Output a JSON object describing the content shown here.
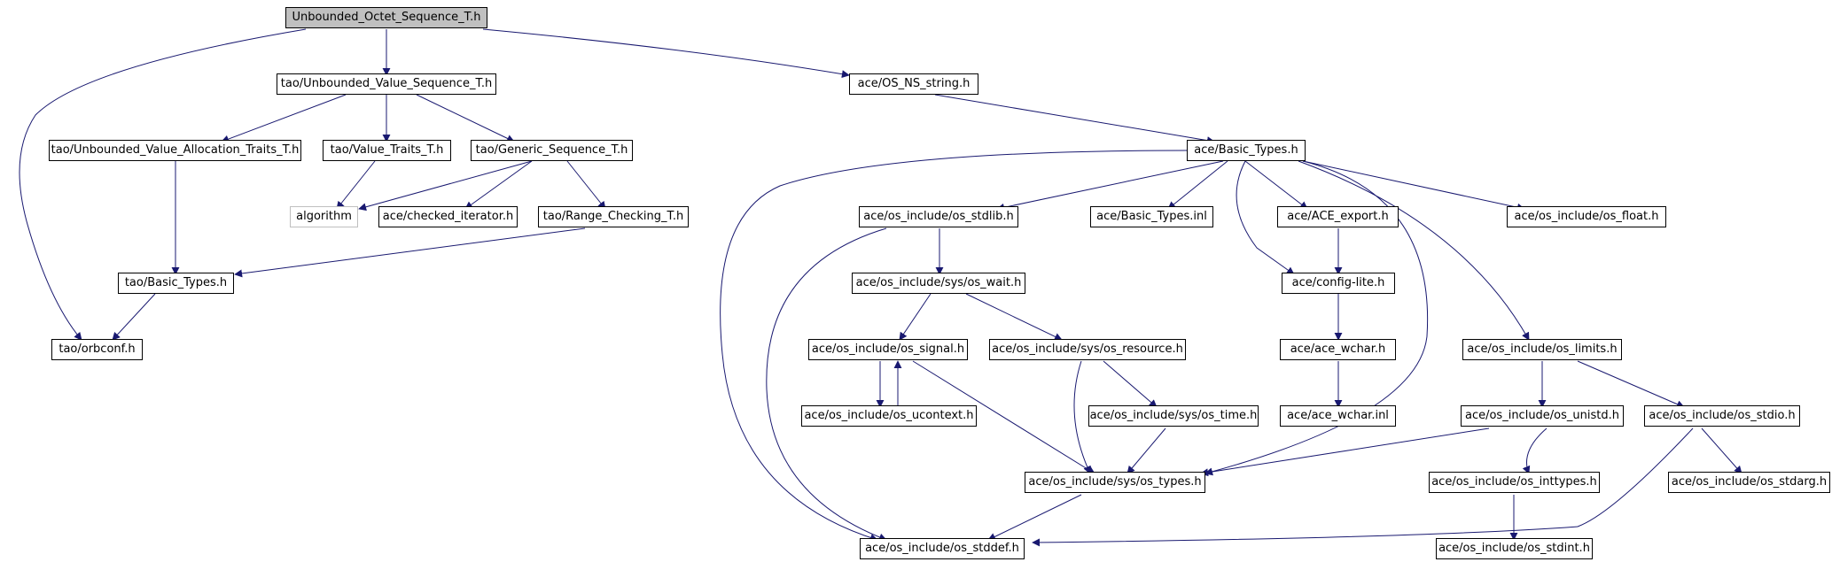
{
  "colors": {
    "edge": "#191970",
    "root_fill": "#c0c0c0",
    "node_border": "#000000",
    "external_border": "#bfbfbf"
  },
  "nodes": {
    "root": "Unbounded_Octet_Sequence_T.h",
    "tao_unbounded_value_sequence": "tao/Unbounded_Value_Sequence_T.h",
    "ace_os_ns_string": "ace/OS_NS_string.h",
    "tao_unbounded_value_allocation_traits": "tao/Unbounded_Value_Allocation_Traits_T.h",
    "tao_value_traits": "tao/Value_Traits_T.h",
    "tao_generic_sequence": "tao/Generic_Sequence_T.h",
    "ace_basic_types_h": "ace/Basic_Types.h",
    "algorithm": "algorithm",
    "ace_checked_iterator": "ace/checked_iterator.h",
    "tao_range_checking": "tao/Range_Checking_T.h",
    "ace_os_stdlib": "ace/os_include/os_stdlib.h",
    "ace_basic_types_inl": "ace/Basic_Types.inl",
    "ace_ace_export": "ace/ACE_export.h",
    "ace_os_float": "ace/os_include/os_float.h",
    "tao_basic_types": "tao/Basic_Types.h",
    "ace_os_wait": "ace/os_include/sys/os_wait.h",
    "ace_config_lite": "ace/config-lite.h",
    "tao_orbconf": "tao/orbconf.h",
    "ace_os_signal": "ace/os_include/os_signal.h",
    "ace_os_resource": "ace/os_include/sys/os_resource.h",
    "ace_ace_wchar_h": "ace/ace_wchar.h",
    "ace_os_limits": "ace/os_include/os_limits.h",
    "ace_os_ucontext": "ace/os_include/os_ucontext.h",
    "ace_os_time": "ace/os_include/sys/os_time.h",
    "ace_ace_wchar_inl": "ace/ace_wchar.inl",
    "ace_os_unistd": "ace/os_include/os_unistd.h",
    "ace_os_stdio": "ace/os_include/os_stdio.h",
    "ace_os_types": "ace/os_include/sys/os_types.h",
    "ace_os_inttypes": "ace/os_include/os_inttypes.h",
    "ace_os_stdarg": "ace/os_include/os_stdarg.h",
    "ace_os_stddef": "ace/os_include/os_stddef.h",
    "ace_os_stdint": "ace/os_include/os_stdint.h"
  }
}
